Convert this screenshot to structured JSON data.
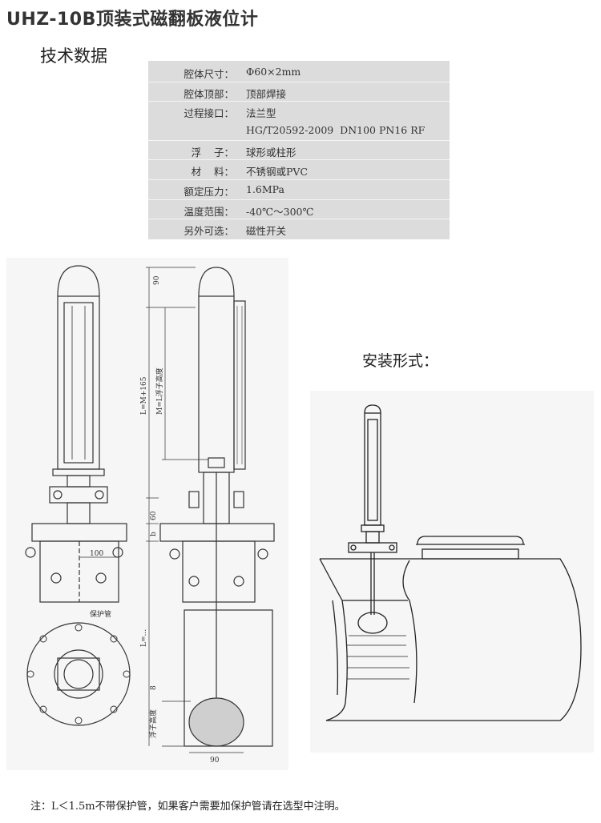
{
  "title": "UHZ-10B顶装式磁翻板液位计",
  "section_title": "技术数据",
  "specs": [
    {
      "label": "腔体尺寸：",
      "value": "Φ60×2mm"
    },
    {
      "label": "腔体顶部：",
      "value": "顶部焊接"
    },
    {
      "label": "过程接口：",
      "value": "法兰型",
      "value2": "HG/T20592-2009  DN100 PN16 RF"
    },
    {
      "label": "浮    子：",
      "value": "球形或柱形"
    },
    {
      "label": "材    料：",
      "value": "不锈钢或PVC"
    },
    {
      "label": "额定压力：",
      "value": "1.6MPa"
    },
    {
      "label": "温度范围：",
      "value": "-40℃～300℃"
    },
    {
      "label": "另外可选：",
      "value": "磁性开关"
    }
  ],
  "drawing": {
    "dim_90_top": "90",
    "dim_total": "L=M+165",
    "dim_float_height": "M=L浮子高度",
    "dim_60": "60",
    "dim_b": "b",
    "dim_L": "L=...",
    "dim_8": "8",
    "dim_float_label": "浮子高度",
    "dim_90_bottom": "90",
    "dim_100": "100",
    "protect_pipe": "保护管"
  },
  "install_title": "安装形式：",
  "note": "注：L＜1.5m不带保护管，如果客户需要加保护管请在选型中注明。",
  "colors": {
    "spec_bg": "#dcdcdc",
    "drawing_bg": "#f6f6f6",
    "line": "#333333"
  }
}
